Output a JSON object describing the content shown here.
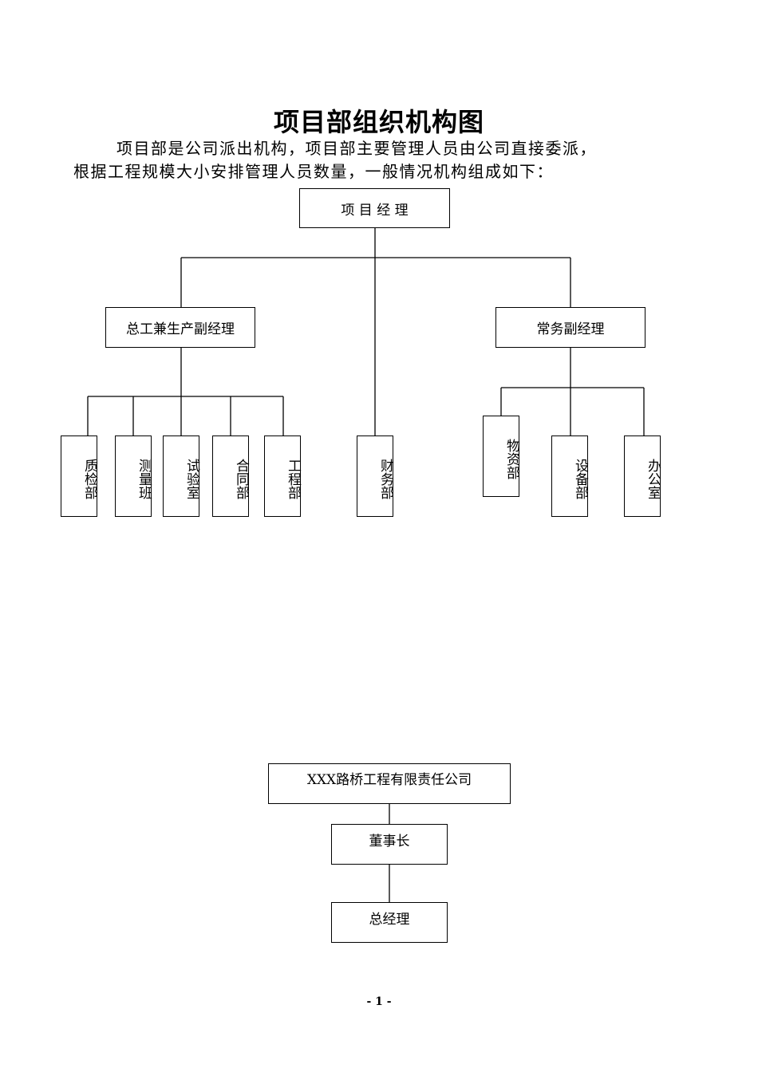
{
  "title": "项目部组织机构图",
  "intro": {
    "line1": "项目部是公司派出机构，项目部主要管理人员由公司直接委派，",
    "line2": "根据工程规模大小安排管理人员数量，一般情况机构组成如下："
  },
  "org_chart": {
    "root": "项 目 经 理",
    "deputies": {
      "chief_engineer": "总工兼生产副经理",
      "executive_deputy": "常务副经理"
    },
    "chief_engineer_departments": [
      "质检部",
      "测量班",
      "试验室",
      "合同部",
      "工程部"
    ],
    "direct_department": "财务部",
    "executive_departments": [
      "物资部",
      "设备部",
      "办公室"
    ]
  },
  "company_chart": {
    "company": "XXX路桥工程有限责任公司",
    "chairman": "董事长",
    "general_manager": "总经理"
  },
  "footer": {
    "page_number": "- 1 -"
  }
}
